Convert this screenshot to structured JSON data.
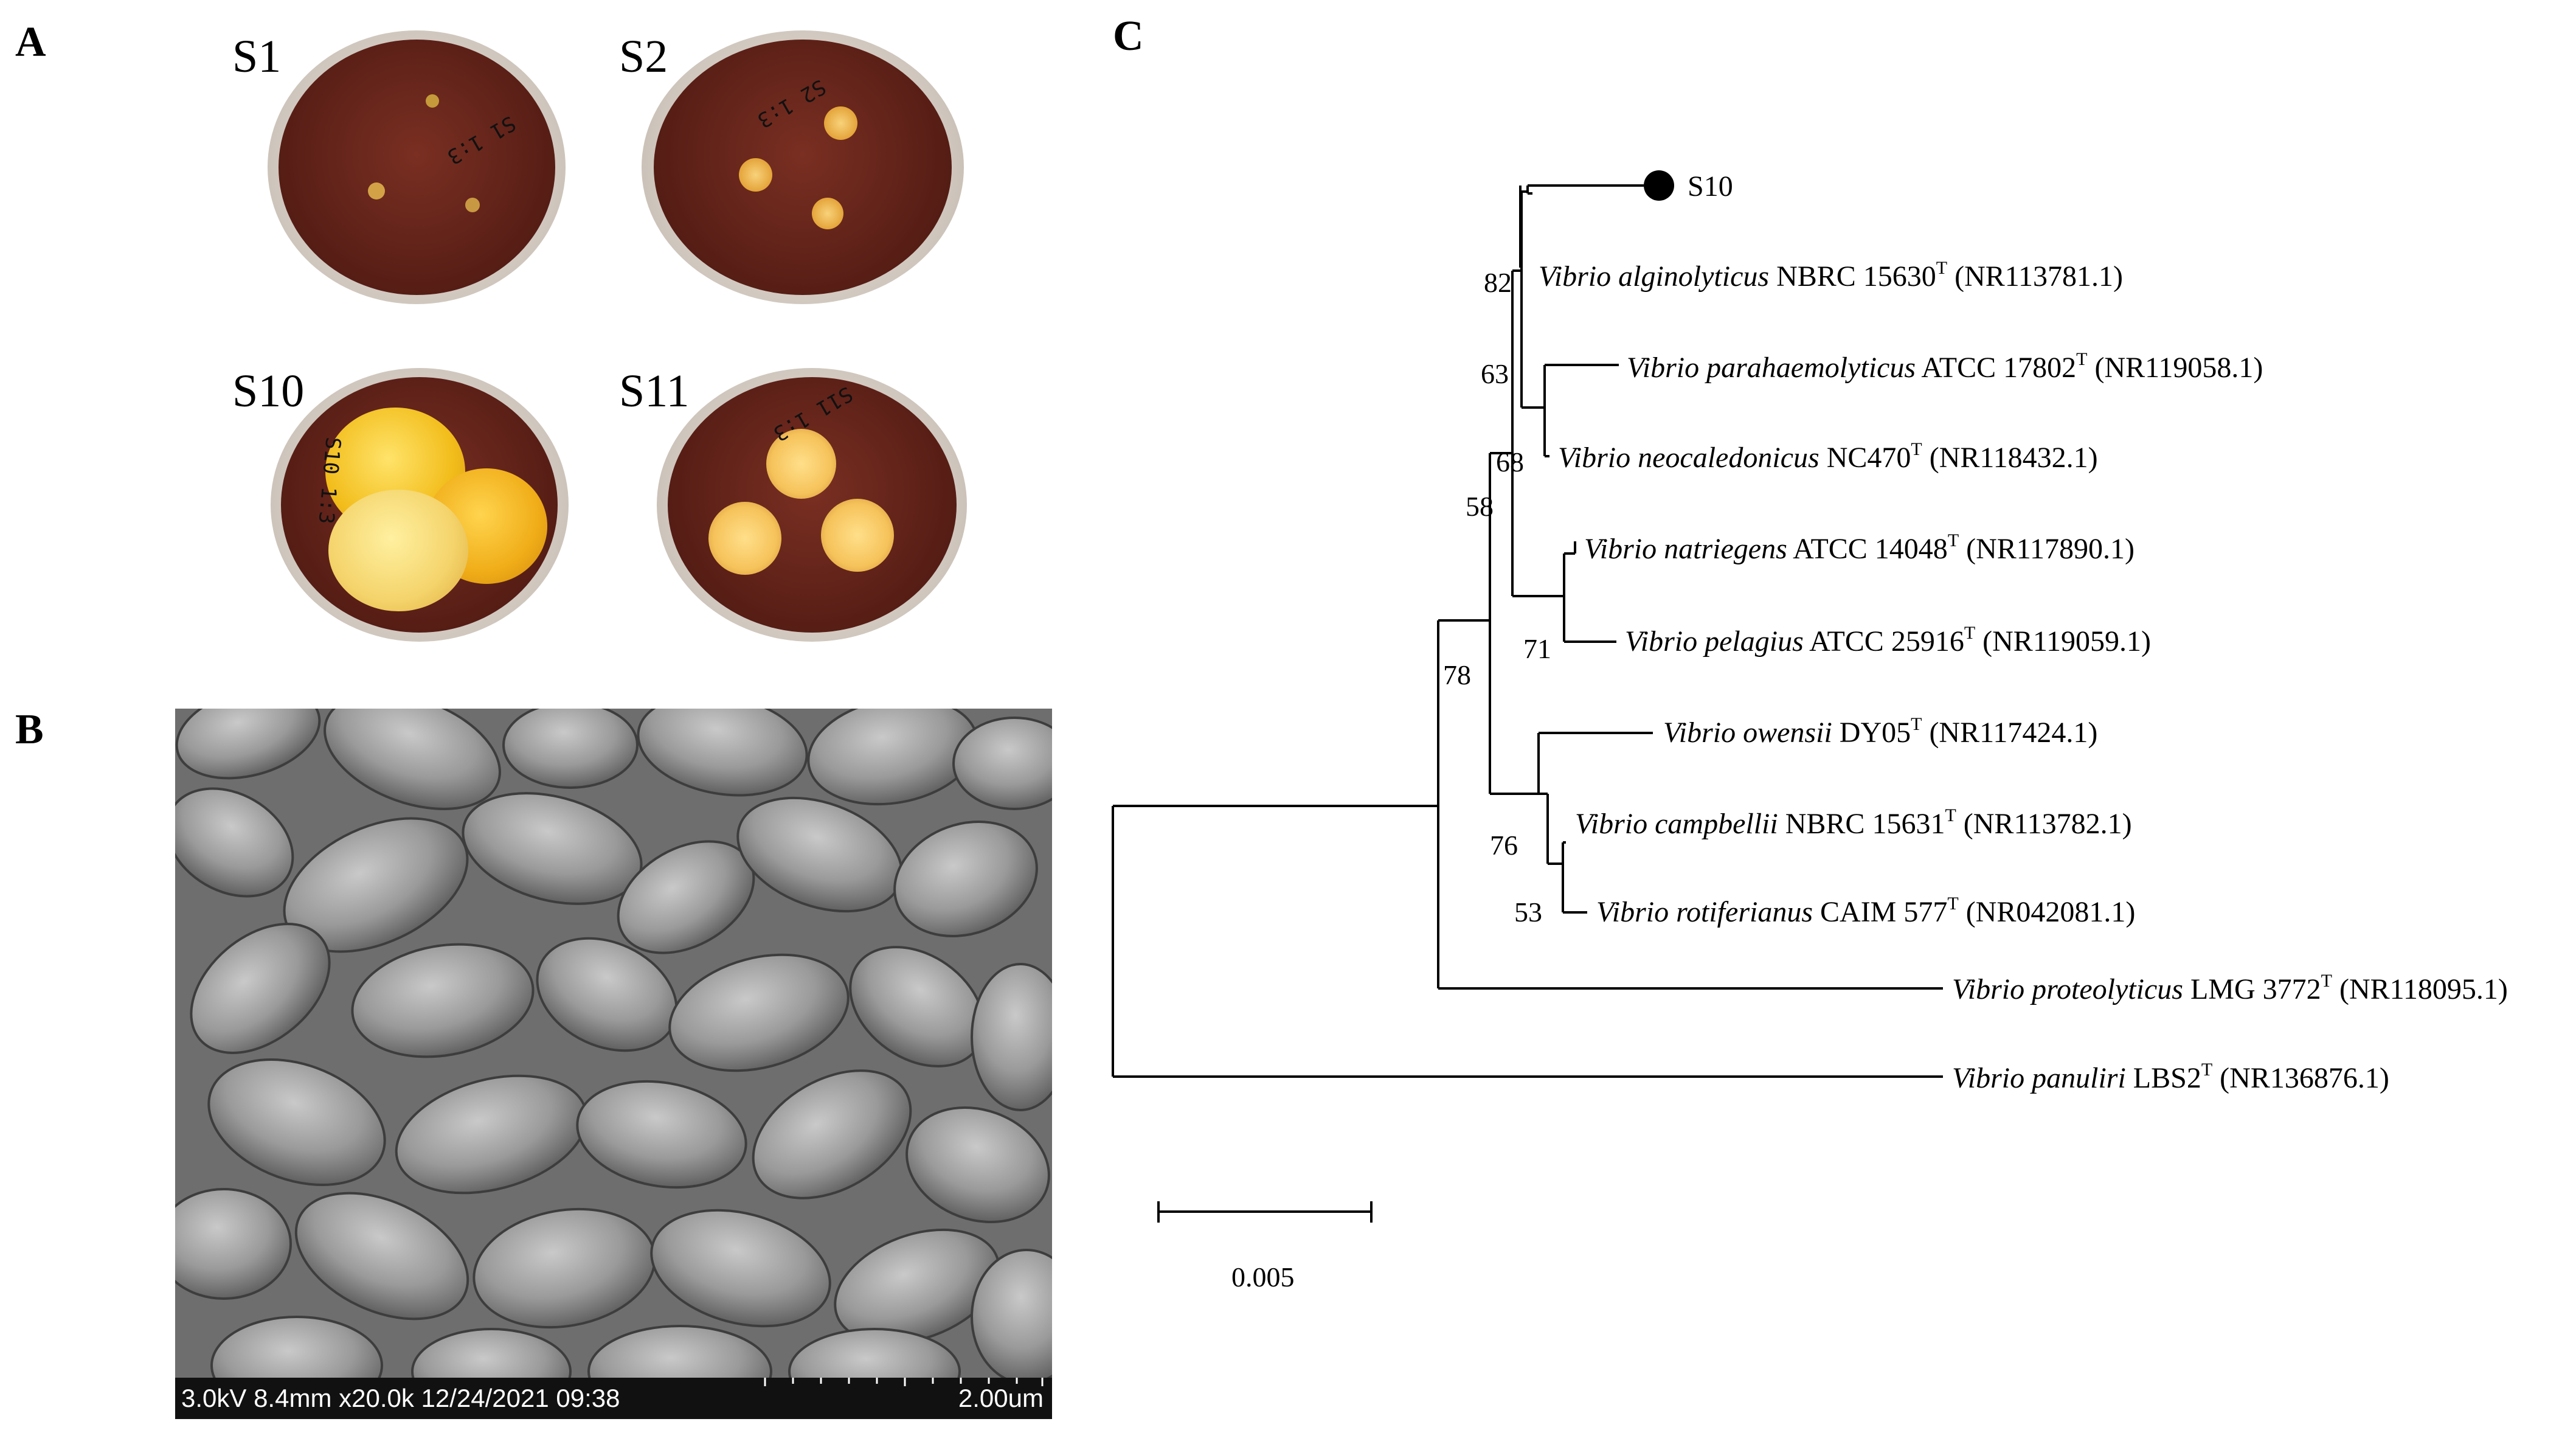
{
  "panels": {
    "a": "A",
    "b": "B",
    "c": "C"
  },
  "plates": [
    {
      "name": "S1",
      "scribble": "S1 1:3"
    },
    {
      "name": "S2",
      "scribble": "S2 1:3"
    },
    {
      "name": "S10",
      "scribble": "S10 1:3"
    },
    {
      "name": "S11",
      "scribble": "S11 1:3"
    }
  ],
  "sem": {
    "meta": "3.0kV 8.4mm x20.0k 12/24/2021 09:38",
    "scale": "2.00um"
  },
  "tree": {
    "scale_label": "0.005",
    "leaves": [
      {
        "species": "",
        "strain": "S10",
        "acc": "",
        "sup": ""
      },
      {
        "species": "Vibrio alginolyticus",
        "strain": "NBRC 15630",
        "sup": "T",
        "acc": "(NR113781.1)"
      },
      {
        "species": "Vibrio parahaemolyticus",
        "strain": "ATCC 17802",
        "sup": "T",
        "acc": "(NR119058.1)"
      },
      {
        "species": "Vibrio neocaledonicus",
        "strain": "NC470",
        "sup": "T",
        "acc": "(NR118432.1)"
      },
      {
        "species": "Vibrio natriegens",
        "strain": "ATCC 14048",
        "sup": "T",
        "acc": "(NR117890.1)"
      },
      {
        "species": "Vibrio pelagius",
        "strain": "ATCC 25916",
        "sup": "T",
        "acc": "(NR119059.1)"
      },
      {
        "species": "Vibrio owensii",
        "strain": "DY05",
        "sup": "T",
        "acc": "(NR117424.1)"
      },
      {
        "species": "Vibrio campbellii",
        "strain": "NBRC 15631",
        "sup": "T",
        "acc": "(NR113782.1)"
      },
      {
        "species": "Vibrio rotiferianus",
        "strain": "CAIM 577",
        "sup": "T",
        "acc": "(NR042081.1)"
      },
      {
        "species": "Vibrio proteolyticus",
        "strain": "LMG 3772",
        "sup": "T",
        "acc": "(NR118095.1)"
      },
      {
        "species": "Vibrio panuliri",
        "strain": "LBS2",
        "sup": "T",
        "acc": "(NR136876.1)"
      }
    ],
    "bootstraps": [
      "82",
      "63",
      "68",
      "58",
      "71",
      "78",
      "76",
      "53"
    ]
  }
}
